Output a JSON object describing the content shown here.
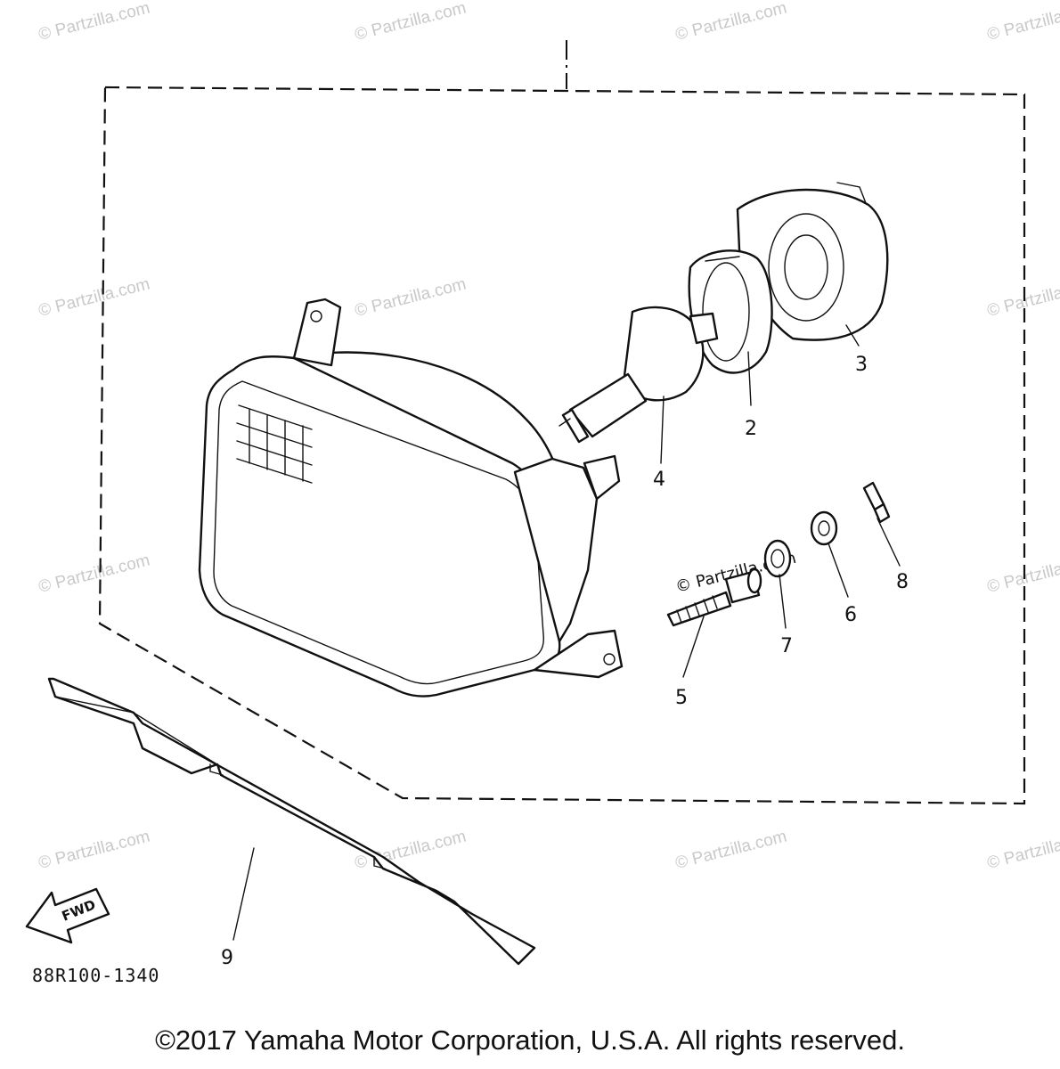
{
  "diagram": {
    "drawing_code": "88R100-1340",
    "fwd_label": "FWD",
    "copyright": "©2017 Yamaha Motor Corporation, U.S.A. All rights reserved.",
    "watermark": "© Partzilla.com",
    "callouts": {
      "c1": "2",
      "c2": "3",
      "c3": "4",
      "c4": "5",
      "c5": "6",
      "c6": "7",
      "c7": "8",
      "c8": "9"
    }
  }
}
